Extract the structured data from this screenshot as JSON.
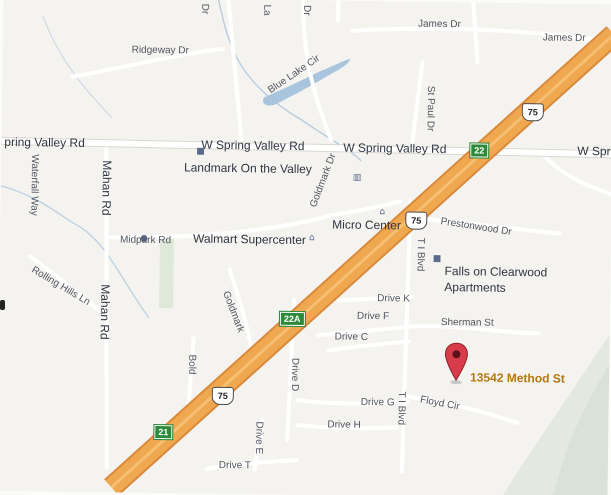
{
  "map": {
    "roads": {
      "james_dr_1": "James Dr",
      "james_dr_2": "James Dr",
      "ridgeway_dr": "Ridgeway Dr",
      "blue_lake_cir": "Blue Lake Cir",
      "st_paul_dr": "St Paul Dr",
      "spring_valley_left": "pring Valley Rd",
      "w_spring_valley_1": "W Spring Valley Rd",
      "w_spring_valley_2": "W Spring Valley Rd",
      "w_spring_valley_3": "W Spr",
      "waterfall_way": "Waterfall Way",
      "mahan_rd_1": "Mahan Rd",
      "mahan_rd_2": "Mahan Rd",
      "goldmark_dr_top": "Goldmark Dr",
      "midpark_rd": "Midpark Rd",
      "prestonwood_dr": "Prestonwood Dr",
      "t_i_blvd_1": "T I Blvd",
      "t_i_blvd_2": "T I Blvd",
      "rolling_hills_ln": "Rolling Hills Ln",
      "goldmark": "Goldmark",
      "drive_k": "Drive K",
      "drive_f": "Drive F",
      "drive_c": "Drive C",
      "sherman_st": "Sherman St",
      "bold": "Bold",
      "drive_d": "Drive D",
      "drive_g": "Drive G",
      "drive_h": "Drive H",
      "floyd_cir": "Floyd Cir",
      "drive_e": "Drive E",
      "drive_t": "Drive T",
      "top_dr": "Dr",
      "top_la": "La",
      "top_dr2": "Dr"
    },
    "places": {
      "landmark": "Landmark On the Valley",
      "micro_center": "Micro Center",
      "walmart": "Walmart Supercenter",
      "falls": "Falls on Clearwood",
      "apartments": "Apartments"
    },
    "shields": {
      "us75_top": "75",
      "us75_mid": "75",
      "us75_low": "75",
      "exit_22": "22",
      "exit_22a": "22A",
      "exit_21": "21"
    },
    "marker": {
      "address": "13542 Method St"
    },
    "colors": {
      "highway": "#f0a850",
      "highway_edge": "#d9893a",
      "street": "#ffffff",
      "street_edge": "#d8d8d4",
      "land": "#f3f2ee",
      "water": "#a9c5de",
      "park": "#cfe3c4",
      "marker": "#d83b4a"
    }
  }
}
